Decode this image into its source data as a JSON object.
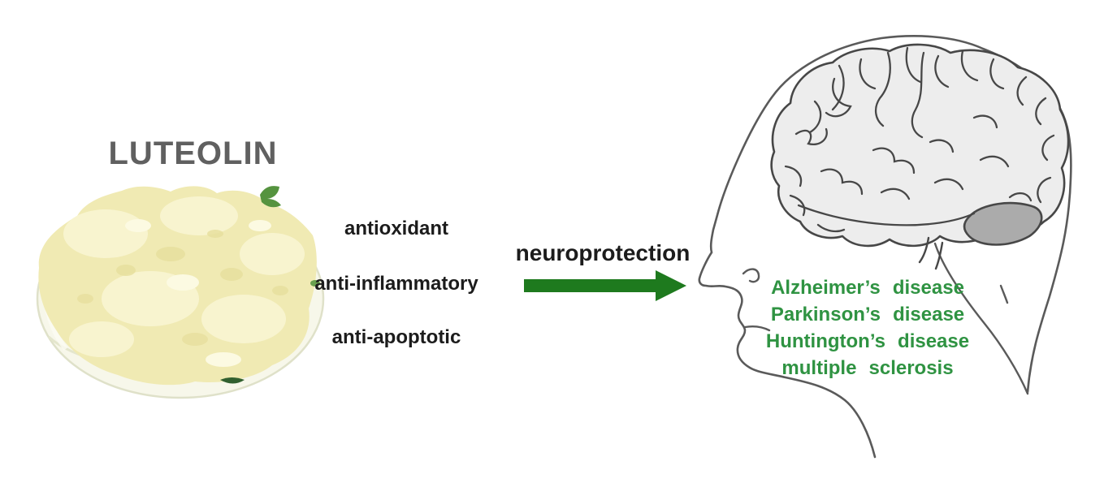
{
  "title": {
    "text": "LUTEOLIN"
  },
  "substance_image": {
    "icon": "petri-dish-yellow-powder-icon",
    "leaf_icon": "green-leaf-icon",
    "powder_color": "#f0eab3"
  },
  "properties": {
    "items": [
      "antioxidant",
      "anti-inflammatory",
      "anti-apoptotic"
    ]
  },
  "arrow": {
    "label": "neuroprotection",
    "color": "#1e7a1e",
    "icon": "right-arrow-icon"
  },
  "diseases": {
    "items": [
      "Alzheimer’s disease",
      "Parkinson’s disease",
      "Huntington’s disease",
      "multiple sclerosis"
    ],
    "color": "#2f9342"
  },
  "head_illustration": {
    "icon": "human-head-profile-with-brain-icon",
    "brain_fill": "#ededed",
    "cerebellum_fill": "#ababab",
    "line_color": "#474747"
  },
  "colors": {
    "title": "#606060",
    "body_text": "#1c1c1c",
    "background": "#ffffff"
  }
}
